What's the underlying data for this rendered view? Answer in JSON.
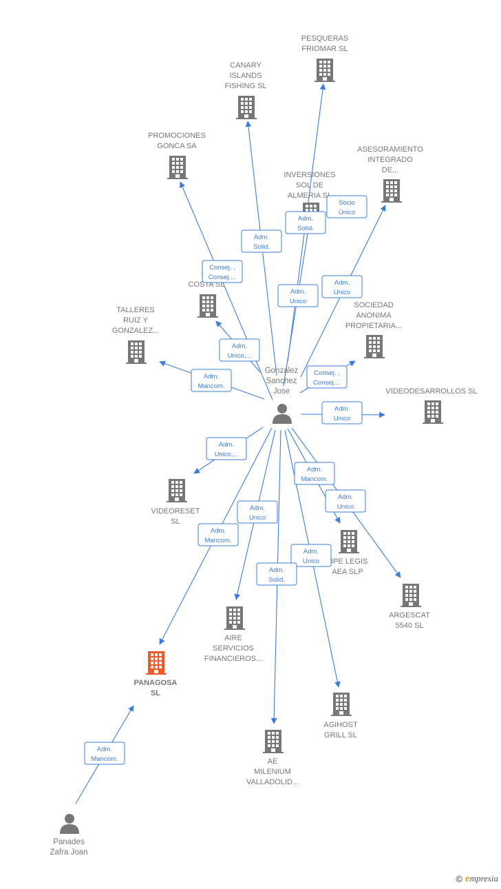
{
  "colors": {
    "company": "#777777",
    "company_highlight": "#f05a28",
    "person": "#777777",
    "edge": "#3b7dd8"
  },
  "nodes": [
    {
      "id": "pesqueras",
      "kind": "company",
      "lines": [
        "PESQUERAS",
        "FRIOMAR  SL"
      ]
    },
    {
      "id": "canary",
      "kind": "company",
      "lines": [
        "CANARY",
        "ISLANDS",
        "FISHING  SL"
      ]
    },
    {
      "id": "promociones",
      "kind": "company",
      "lines": [
        "PROMOCIONES",
        "GONCA SA"
      ]
    },
    {
      "id": "asesoramiento",
      "kind": "company",
      "lines": [
        "ASESORAMIENTO",
        "INTEGRADO",
        "DE..."
      ]
    },
    {
      "id": "inversiones",
      "kind": "company",
      "lines": [
        "INVERSIONES",
        "SOL DE",
        "ALMERIA SL"
      ]
    },
    {
      "id": "hecosta",
      "kind": "company",
      "lines": [
        "HE",
        "COSTA SL"
      ]
    },
    {
      "id": "talleres",
      "kind": "company",
      "lines": [
        "TALLERES",
        "RUIZ Y",
        "GONZALEZ..."
      ]
    },
    {
      "id": "sociedad",
      "kind": "company",
      "lines": [
        "SOCIEDAD",
        "ANONIMA",
        "PROPIETARIA..."
      ]
    },
    {
      "id": "videodesarrollos",
      "kind": "company",
      "lines": [
        "VIDEODESARROLLOS SL"
      ]
    },
    {
      "id": "videoreset",
      "kind": "company",
      "lines": [
        "VIDEORESET",
        "SL"
      ]
    },
    {
      "id": "opelegis",
      "kind": "company",
      "lines": [
        "OPE LEGIS",
        "AEA  SLP"
      ]
    },
    {
      "id": "argescat",
      "kind": "company",
      "lines": [
        "ARGESCAT",
        "5540  SL"
      ]
    },
    {
      "id": "aire",
      "kind": "company",
      "lines": [
        "AIRE",
        "SERVICIOS",
        "FINANCIEROS..."
      ]
    },
    {
      "id": "panagosa",
      "kind": "company_highlight",
      "lines": [
        "PANAGOSA",
        "SL"
      ]
    },
    {
      "id": "agihost",
      "kind": "company",
      "lines": [
        "AGIHOST",
        "GRILL  SL"
      ]
    },
    {
      "id": "aemilenium",
      "kind": "company",
      "lines": [
        "AE",
        "MILENIUM",
        "VALLADOLID..."
      ]
    },
    {
      "id": "gonzalez",
      "kind": "person",
      "lines": [
        "Gonzalez",
        "Sanchez",
        "Jose"
      ]
    },
    {
      "id": "panades",
      "kind": "person",
      "lines": [
        "Panades",
        "Zafra Joan"
      ]
    }
  ],
  "edges": [
    {
      "id": "e-pesqueras",
      "lines": [
        "Adm.",
        "Solid."
      ]
    },
    {
      "id": "e-canary",
      "lines": [
        "Adm.",
        "Solid."
      ]
    },
    {
      "id": "e-promociones",
      "lines": [
        "Consej. ,",
        "Consej...."
      ]
    },
    {
      "id": "e-asesoramiento",
      "lines": [
        "Adm.",
        "Unico"
      ]
    },
    {
      "id": "e-inversiones",
      "lines": [
        "Adm.",
        "Unico"
      ]
    },
    {
      "id": "e-inversiones-socio",
      "lines": [
        "Socio",
        "Único"
      ]
    },
    {
      "id": "e-hecosta",
      "lines": [
        "Adm.",
        "Unico,..."
      ]
    },
    {
      "id": "e-talleres",
      "lines": [
        "Adm.",
        "Mancom."
      ]
    },
    {
      "id": "e-sociedad",
      "lines": [
        "Consej. ,",
        "Consej...."
      ]
    },
    {
      "id": "e-videodesarrollos",
      "lines": [
        "Adm.",
        "Unico"
      ]
    },
    {
      "id": "e-videoreset",
      "lines": [
        "Adm.",
        "Unico,..."
      ]
    },
    {
      "id": "e-opelegis",
      "lines": [
        "Adm.",
        "Mancom."
      ]
    },
    {
      "id": "e-argescat",
      "lines": [
        "Adm.",
        "Unico"
      ]
    },
    {
      "id": "e-aire",
      "lines": [
        "Adm.",
        "Unico"
      ]
    },
    {
      "id": "e-panagosa-g",
      "lines": [
        "Adm.",
        "Mancom."
      ]
    },
    {
      "id": "e-agihost",
      "lines": [
        "Adm.",
        "Unico"
      ]
    },
    {
      "id": "e-aemilenium",
      "lines": [
        "Adm.",
        "Solid."
      ]
    },
    {
      "id": "e-panagosa-p",
      "lines": [
        "Adm.",
        "Mancom."
      ]
    }
  ],
  "footer": {
    "copyright": "©",
    "brand_initial": "e",
    "brand_rest": "mpresia"
  }
}
